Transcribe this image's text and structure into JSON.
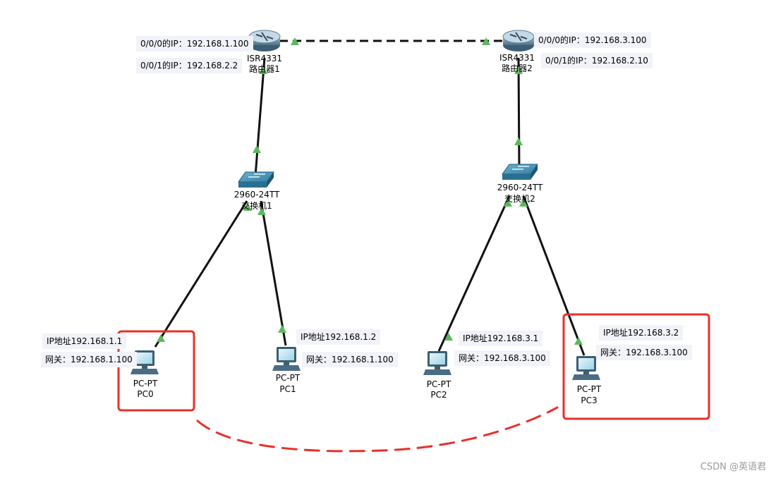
{
  "routers": [
    {
      "model": "ISR4331",
      "name": "路由器1",
      "ip_labels": [
        "0/0/0的IP：192.168.1.100",
        "0/0/1的IP：192.168.2.2"
      ]
    },
    {
      "model": "ISR4331",
      "name": "路由器2",
      "ip_labels": [
        "0/0/0的IP：192.168.3.100",
        "0/0/1的IP：192.168.2.10"
      ]
    }
  ],
  "switches": [
    {
      "model": "2960-24TT",
      "name": "交换机1"
    },
    {
      "model": "2960-24TT",
      "name": "交换机2"
    }
  ],
  "pcs": [
    {
      "model": "PC-PT",
      "name": "PC0",
      "ip": "IP地址192.168.1.1",
      "gateway": "网关：192.168.1.100",
      "highlighted": true
    },
    {
      "model": "PC-PT",
      "name": "PC1",
      "ip": "IP地址192.168.1.2",
      "gateway": "网关：192.168.1.100",
      "highlighted": false
    },
    {
      "model": "PC-PT",
      "name": "PC2",
      "ip": "IP地址192.168.3.1",
      "gateway": "网关：192.168.3.100",
      "highlighted": false
    },
    {
      "model": "PC-PT",
      "name": "PC3",
      "ip": "IP地址192.168.3.2",
      "gateway": "网关：192.168.3.100",
      "highlighted": true
    }
  ],
  "links": [
    {
      "from": "路由器1",
      "to": "路由器2",
      "style": "dashed"
    },
    {
      "from": "路由器1",
      "to": "交换机1",
      "style": "solid"
    },
    {
      "from": "路由器2",
      "to": "交换机2",
      "style": "solid"
    },
    {
      "from": "交换机1",
      "to": "PC0",
      "style": "solid"
    },
    {
      "from": "交换机1",
      "to": "PC1",
      "style": "solid"
    },
    {
      "from": "交换机2",
      "to": "PC2",
      "style": "solid"
    },
    {
      "from": "交换机2",
      "to": "PC3",
      "style": "solid"
    }
  ],
  "annotation": {
    "connector": "red-dashed-arc",
    "connects": [
      "PC0",
      "PC3"
    ],
    "color": "#e8302a"
  },
  "colors": {
    "link": "#111111",
    "port_up": "#5cb85c",
    "highlight": "#e8302a",
    "label_bg": "#f1f3f8"
  },
  "watermark": "CSDN @英语君"
}
